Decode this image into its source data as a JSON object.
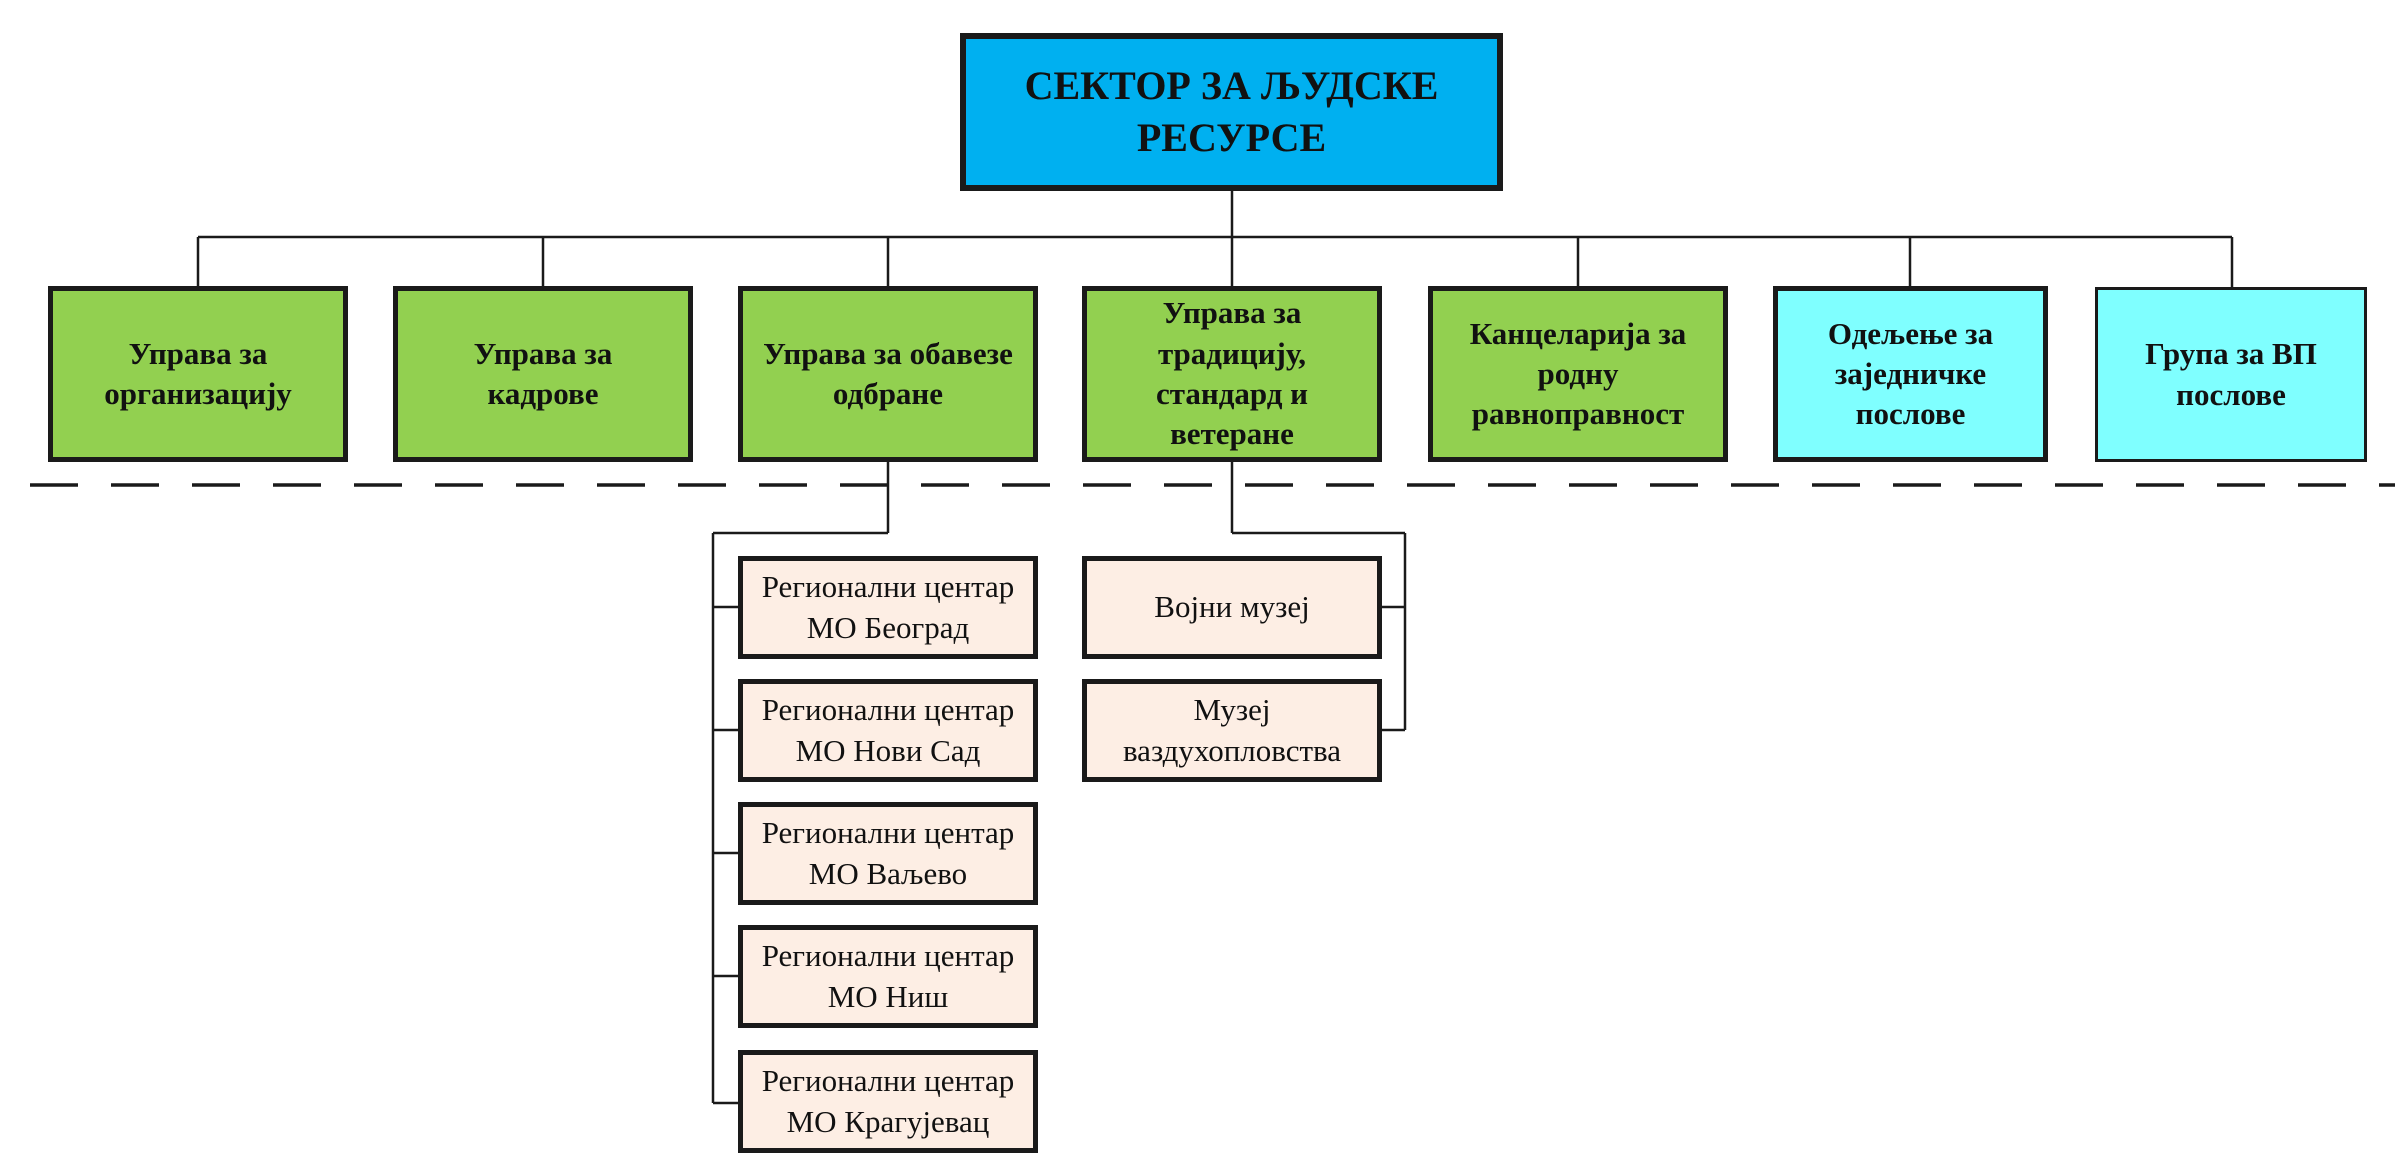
{
  "colors": {
    "top": "#00b0f0",
    "directorate": "#92d050",
    "department": "#7fffff",
    "unit": "#fdeee4",
    "line": "#1a1a1a"
  },
  "top": {
    "label": "СЕКТОР ЗА ЉУДСКЕ\nРЕСУРСЕ"
  },
  "level1": [
    {
      "id": "org",
      "label": "Управа за\nорганизацију",
      "kind": "directorate"
    },
    {
      "id": "kadrovi",
      "label": "Управа за\nкадрове",
      "kind": "directorate"
    },
    {
      "id": "obaveze",
      "label": "Управа за обавезе\nодбране",
      "kind": "directorate"
    },
    {
      "id": "tradicija",
      "label": "Управа за\nтрадицију,\nстандард и\nветеране",
      "kind": "directorate"
    },
    {
      "id": "kancelarija",
      "label": "Канцеларија за\nродну\nравноправност",
      "kind": "directorate"
    },
    {
      "id": "odeljenje",
      "label": "Одељење за\nзаједничке\nпослове",
      "kind": "department"
    },
    {
      "id": "grupa",
      "label": "Група за ВП\nпослове",
      "kind": "department"
    }
  ],
  "obaveze_units": [
    {
      "label": "Регионални центар\nМО Београд"
    },
    {
      "label": "Регионални центар\nМО Нови Сад"
    },
    {
      "label": "Регионални центар\nМО Ваљево"
    },
    {
      "label": "Регионални центар\nМО Ниш"
    },
    {
      "label": "Регионални центар\nМО Крагујевац"
    }
  ],
  "tradicija_units": [
    {
      "label": "Војни музеј"
    },
    {
      "label": "Музеј\nваздухопловства"
    }
  ]
}
